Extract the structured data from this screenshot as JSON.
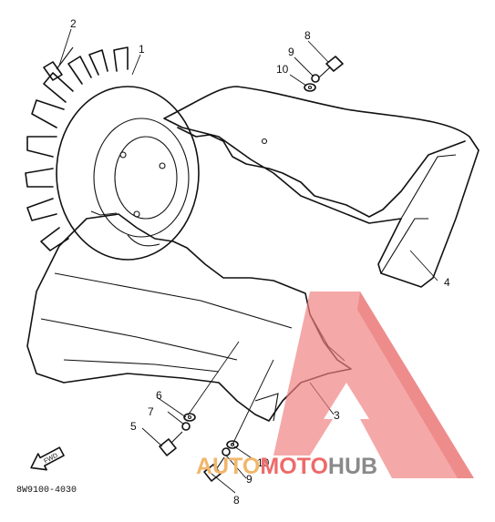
{
  "diagram": {
    "labels": {
      "l1": "1",
      "l2": "2",
      "l3": "3",
      "l4": "4",
      "l5": "5",
      "l6": "6",
      "l7": "7",
      "l8a": "8",
      "l8b": "8",
      "l9a": "9",
      "l9b": "9",
      "l10a": "10",
      "l10b": "10"
    },
    "front_arrow": "FWD",
    "figure_code": "8W9100-4030"
  },
  "watermark": {
    "part1": "AUTO",
    "part2": "MOTO",
    "part3": "HUB",
    "colors": {
      "auto": "#f2b66a",
      "moto": "#ee6a6a",
      "hub": "#8a8a8a",
      "triangle": "#f08080"
    }
  }
}
